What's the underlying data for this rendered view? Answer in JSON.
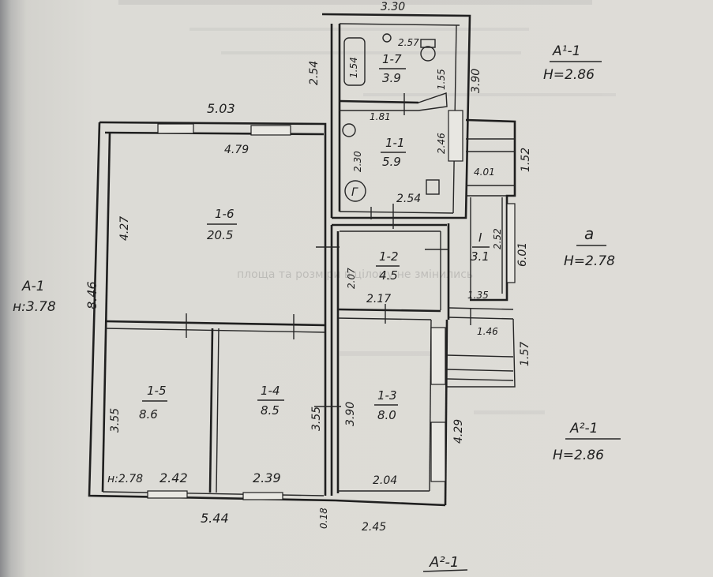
{
  "rooms": [
    {
      "code": "1-1",
      "area": "5.9"
    },
    {
      "code": "1-2",
      "area": "4.5"
    },
    {
      "code": "1-3",
      "area": "8.0"
    },
    {
      "code": "1-4",
      "area": "8.5"
    },
    {
      "code": "1-5",
      "area": "8.6"
    },
    {
      "code": "1-6",
      "area": "20.5"
    },
    {
      "code": "1-7",
      "area": "3.9"
    },
    {
      "code": "I",
      "area": "3.1"
    }
  ],
  "labels": {
    "a1_main": "А-1",
    "a1_main_h": "н:3.78",
    "a11": "А¹-1",
    "a11_h": "Н=2.86",
    "a": "а",
    "a_h": "Н=2.78",
    "a21": "А²-1",
    "a21_h": "Н=2.86",
    "a21_bottom": "А²-1",
    "bath_mark": "Г",
    "inner_h": "н:2.78"
  },
  "dims": {
    "top_330": "3.30",
    "d254": "2.54",
    "d154": "1.54",
    "d057": "2.57",
    "d155": "1.55",
    "d390top": "3.90",
    "d503": "5.03",
    "d479": "4.79",
    "d181": "1.81",
    "d230": "2.30",
    "d246": "2.46",
    "d427": "4.27",
    "d846": "8.46",
    "d254b": "2.54",
    "d401": "4.01",
    "d152": "1.52",
    "d252": "2.52",
    "d601": "6.01",
    "d207": "2.07",
    "d217": "2.17",
    "d135": "1.35",
    "d146": "1.46",
    "d157": "1.57",
    "d355a": "3.55",
    "d242": "2.42",
    "d355b": "3.55",
    "d239": "2.39",
    "d390": "3.90",
    "d204": "2.04",
    "d429": "4.29",
    "d544": "5.44",
    "d018": "0.18",
    "d245": "2.45"
  },
  "background_text": [
    "площа та розміри в цілому не змінились"
  ]
}
